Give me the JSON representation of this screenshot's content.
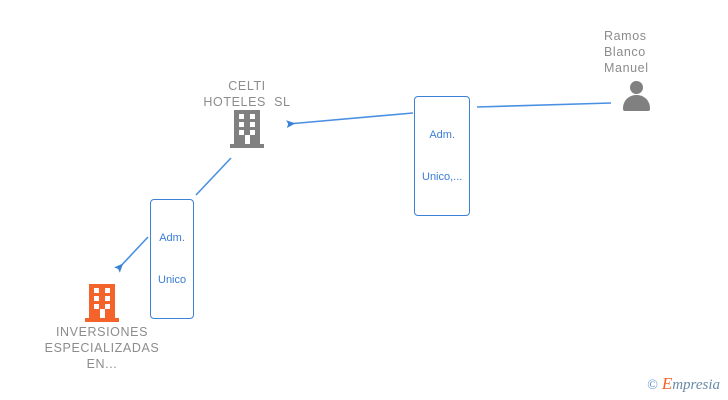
{
  "diagram": {
    "type": "corporate-relationship-graph",
    "background_color": "#ffffff",
    "edge_color": "#3b82d6",
    "nodes": [
      {
        "id": "celti",
        "kind": "company",
        "icon": "building-icon",
        "color": "#808080",
        "label_lines": [
          "CELTI",
          "HOTELES  SL"
        ],
        "label_position": "above"
      },
      {
        "id": "inversiones",
        "kind": "company",
        "icon": "building-icon",
        "color": "#f4632a",
        "label_lines": [
          "INVERSIONES",
          "ESPECIALIZADAS",
          "EN..."
        ],
        "label_position": "below"
      },
      {
        "id": "ramos",
        "kind": "person",
        "icon": "person-icon",
        "color": "#808080",
        "label_lines": [
          "Ramos",
          "Blanco",
          "Manuel"
        ],
        "label_position": "above"
      }
    ],
    "edges": [
      {
        "id": "edge-ramos-celti",
        "from": "ramos",
        "to": "celti",
        "label_lines": [
          "Adm.",
          "Unico,..."
        ]
      },
      {
        "id": "edge-celti-inversiones",
        "from": "celti",
        "to": "inversiones",
        "label_lines": [
          "Adm.",
          "Unico"
        ]
      }
    ]
  },
  "watermark": {
    "copyright": "©",
    "brand_initial": "E",
    "brand_rest": "mpresia"
  }
}
